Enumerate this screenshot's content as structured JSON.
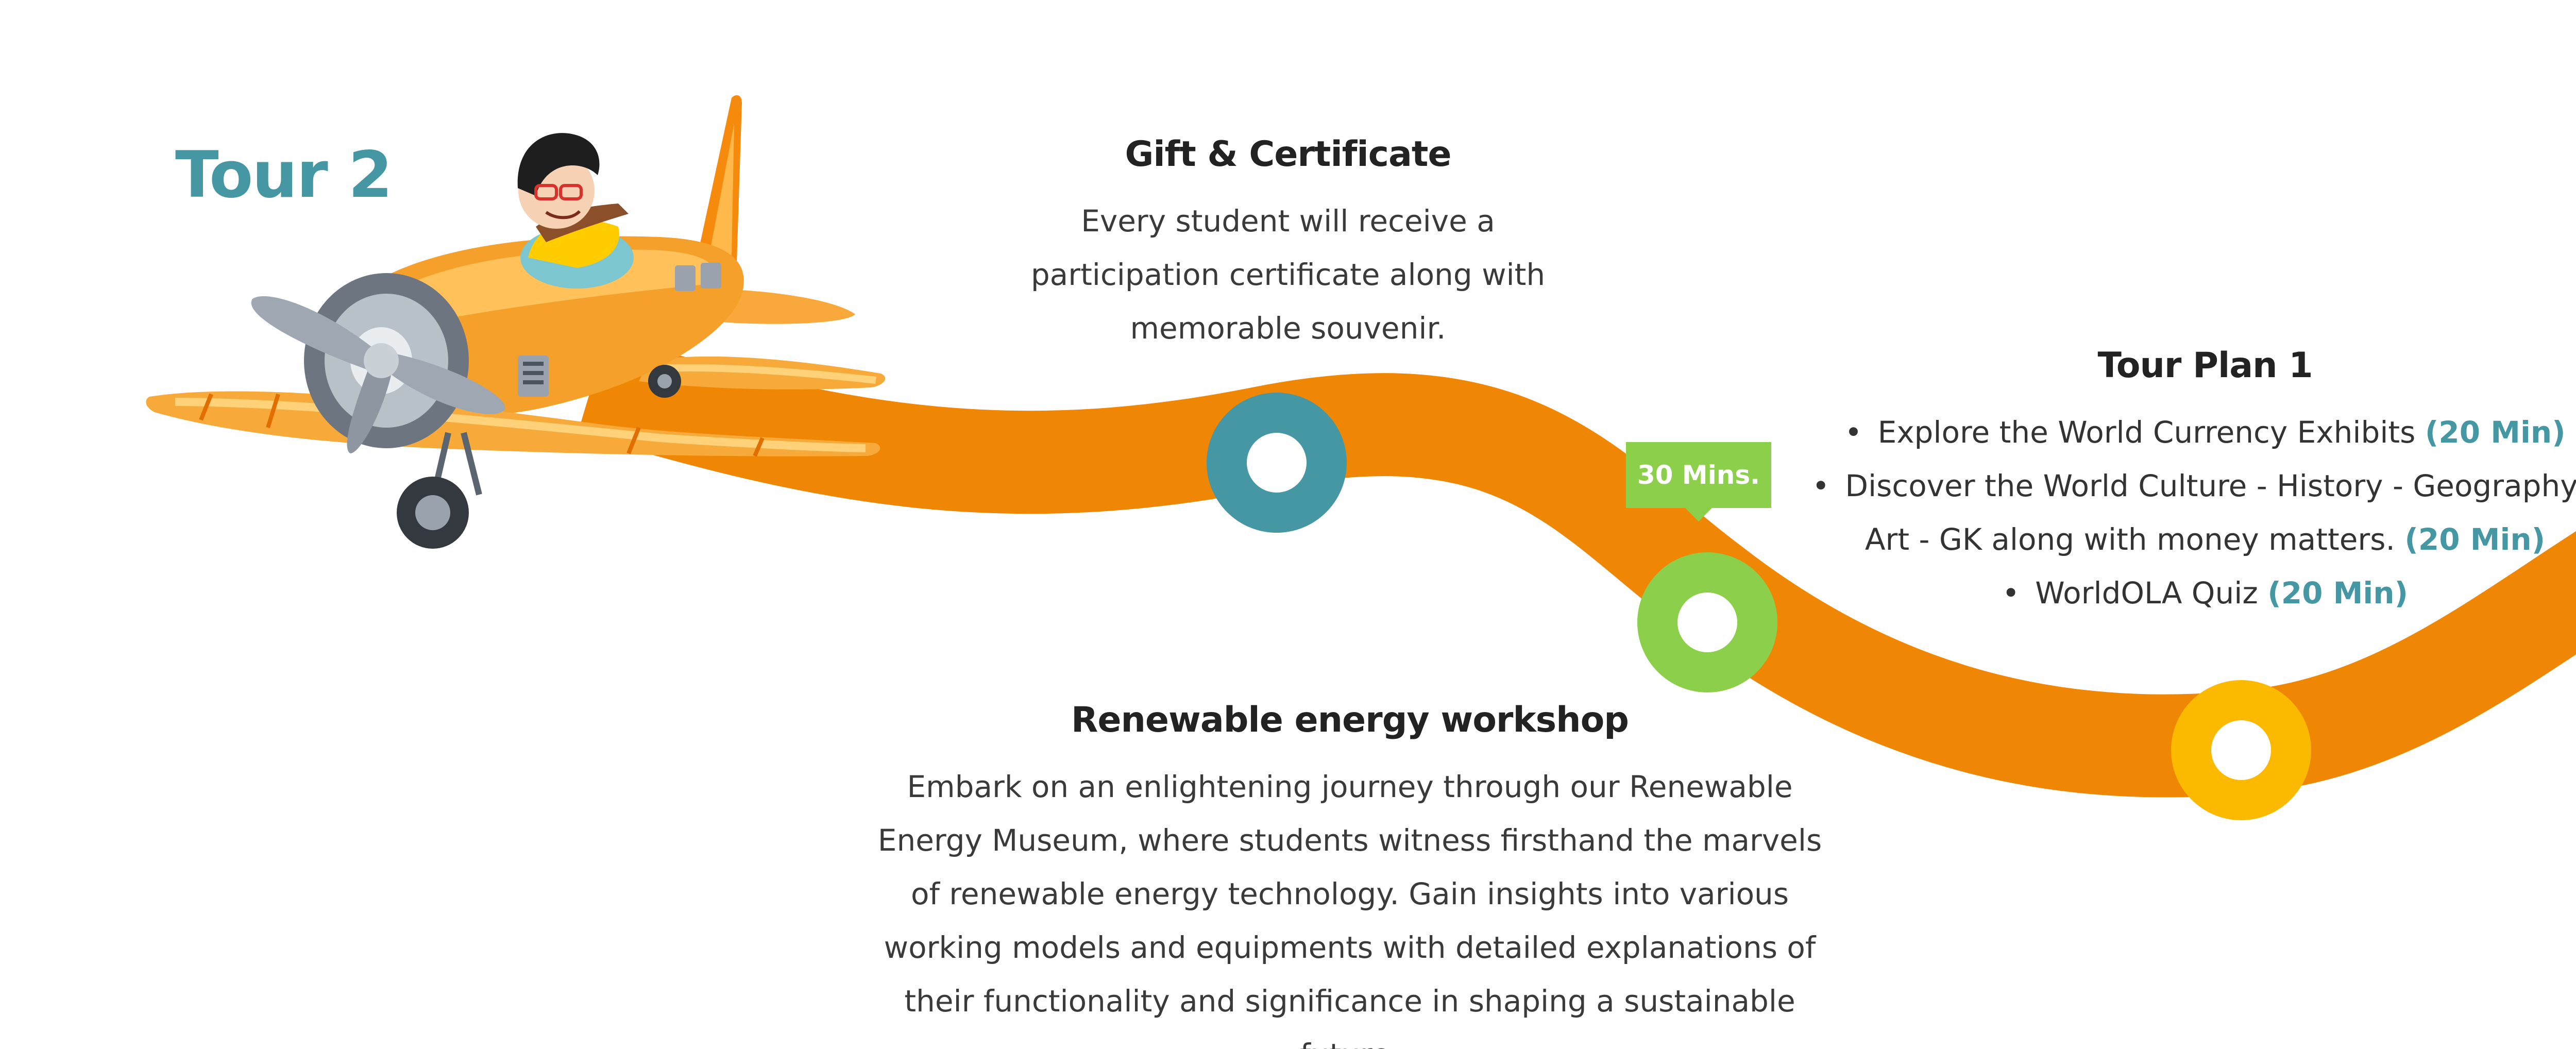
{
  "header": {
    "tour_title": "Tour 2"
  },
  "gift": {
    "title": "Gift & Certificate",
    "description": "Every student will receive a participation certificate along with memorable souvenir."
  },
  "badge": {
    "duration": "30 Mins."
  },
  "tour_plan": {
    "title": "Tour Plan 1",
    "items": [
      {
        "text": "Explore the World Currency Exhibits",
        "duration": "(20 Min)"
      },
      {
        "text": "Discover the World Culture - History - Geography -Art - GK along with money matters.",
        "duration": "(20 Min)"
      },
      {
        "text": "WorldOLA Quiz",
        "duration": "(20 Min)"
      }
    ]
  },
  "workshop": {
    "title": "Renewable energy workshop",
    "description": "Embark on an enlightening journey through our Renewable Energy Museum, where students witness firsthand the marvels of renewable energy technology. Gain insights into various working models and equipments with detailed explanations of their functionality and significance in shaping a sustainable future."
  },
  "colors": {
    "route": "#ef8705",
    "teal": "#4497a3",
    "green": "#8ccf4b",
    "yellow": "#fbba00",
    "white": "#ffffff"
  },
  "icons": {
    "plane": "airplane-with-pilot-illustration",
    "stop_1": "ring-marker-teal",
    "stop_2": "ring-marker-green",
    "stop_3": "ring-marker-yellow"
  }
}
